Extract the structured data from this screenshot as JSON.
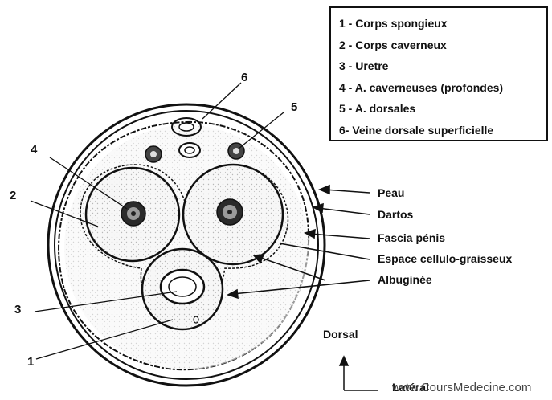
{
  "legend": {
    "items": [
      "1 - Corps spongieux",
      "2 - Corps caverneux",
      "3 - Uretre",
      "4 - A. caverneuses (profondes)",
      "5 - A. dorsales",
      "6- Veine dorsale superficielle"
    ]
  },
  "labels": {
    "peau": "Peau",
    "dartos": "Dartos",
    "fascia": "Fascia pénis",
    "espace": "Espace cellulo-graisseux",
    "albuginee": "Albuginée",
    "dorsal": "Dorsal",
    "lateral": "Latéral"
  },
  "numbers": [
    "1",
    "2",
    "3",
    "4",
    "5",
    "6"
  ],
  "watermark": "www.CoursMedecine.com"
}
